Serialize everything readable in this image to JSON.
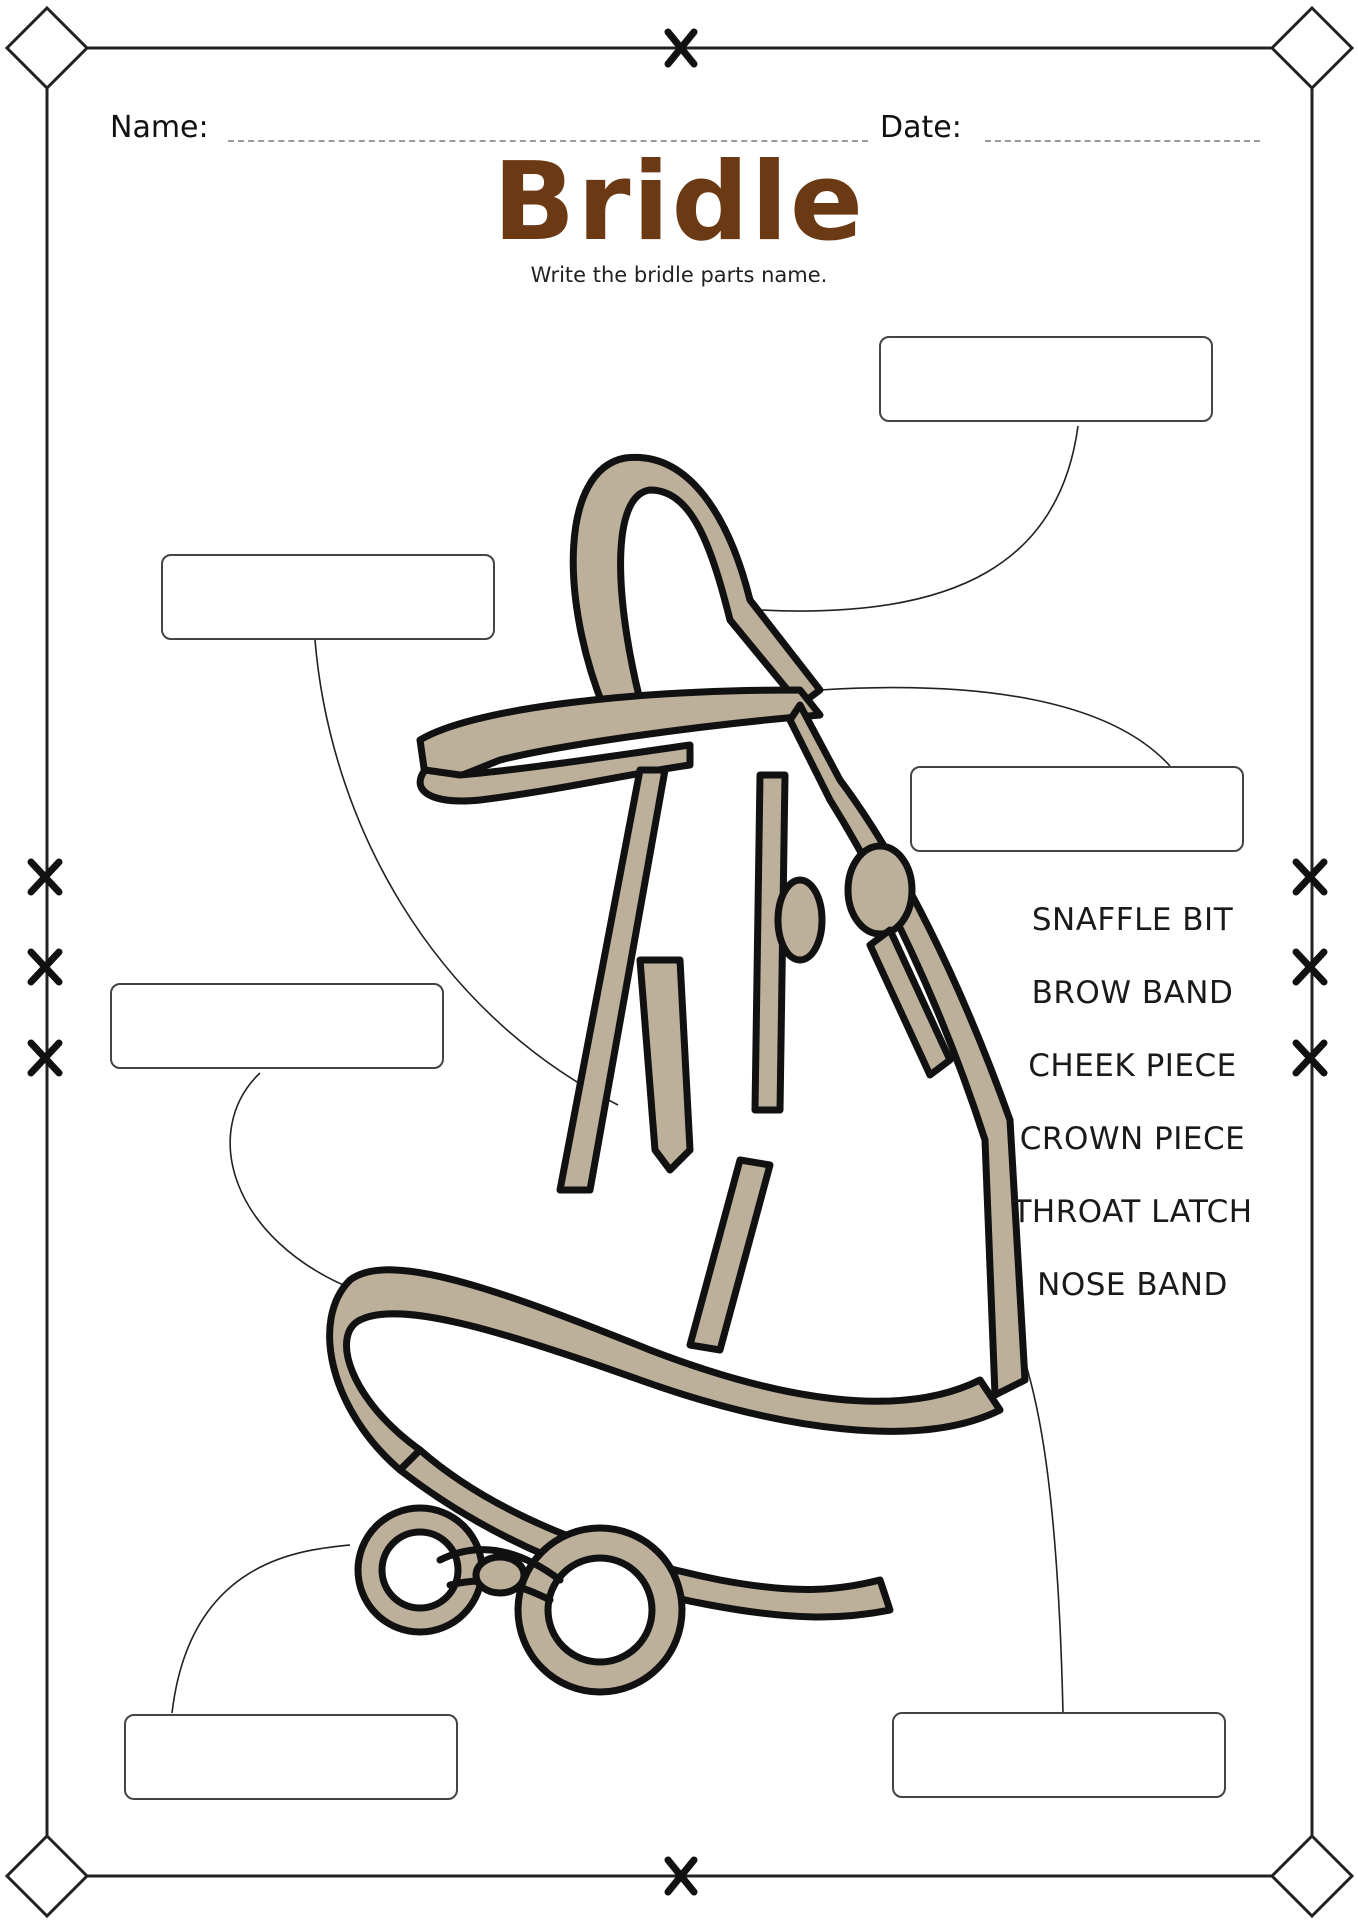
{
  "header": {
    "name_label": "Name:",
    "date_label": "Date:"
  },
  "title": "Bridle",
  "instruction": "Write the bridle parts name.",
  "word_bank": [
    "SNAFFLE BIT",
    "BROW BAND",
    "CHEEK PIECE",
    "CROWN PIECE",
    "THROAT LATCH",
    "NOSE BAND"
  ],
  "colors": {
    "title": "#6b3a14",
    "leather": "#bdb09b",
    "outline": "#111111",
    "frame": "#222222"
  },
  "illustration": "bridle-illustration"
}
